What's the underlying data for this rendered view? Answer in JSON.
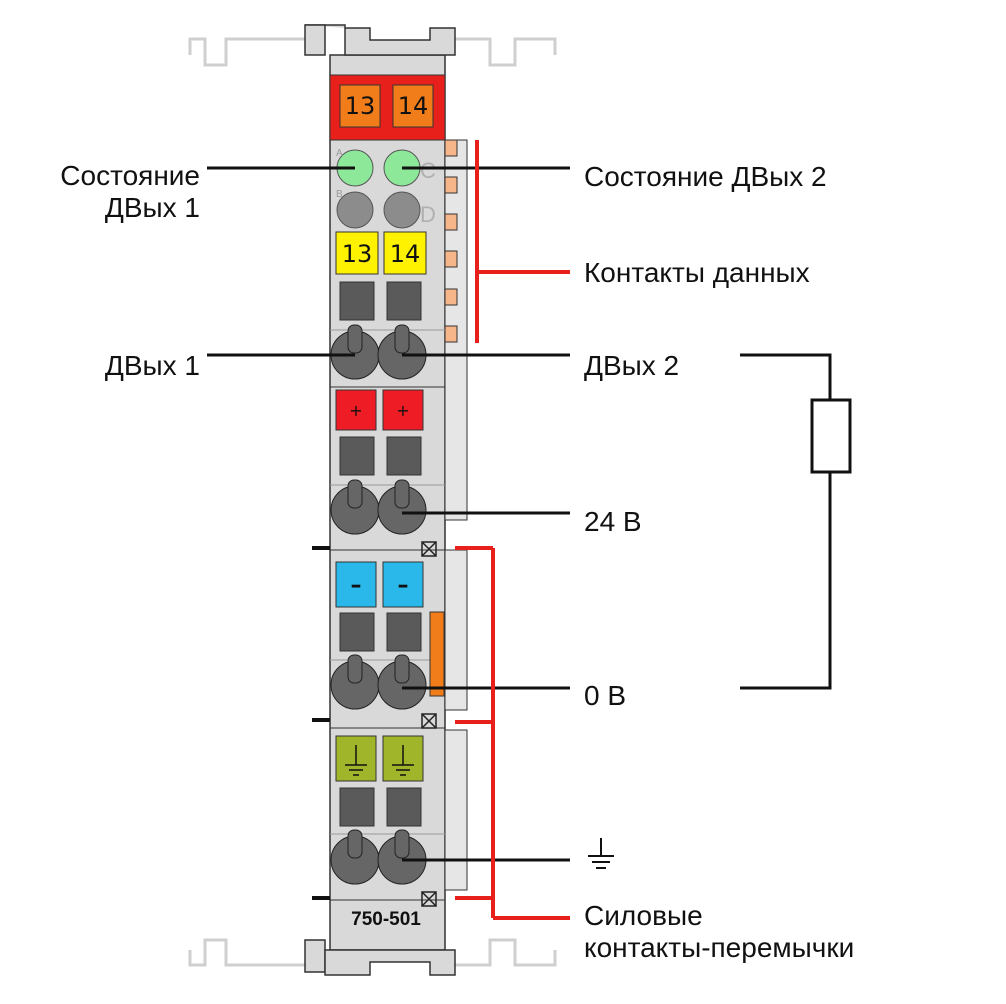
{
  "module": {
    "number": "750-501",
    "top_tags": [
      "13",
      "14"
    ],
    "output_tags": [
      "13",
      "14"
    ],
    "plus_symbol": "+",
    "minus_symbol": "–",
    "led_letters": [
      "A",
      "B",
      "C",
      "D"
    ]
  },
  "labels": {
    "status_out1_line1": "Состояние",
    "status_out1_line2": "ДВых 1",
    "status_out2": "Состояние ДВых 2",
    "data_contacts": "Контакты данных",
    "out1": "ДВых 1",
    "out2": "ДВых 2",
    "v24": "24 В",
    "v0": "0 В",
    "ground_symbol": "⏚",
    "power_jumper_line1": "Силовые",
    "power_jumper_line2": "контакты-перемычки"
  },
  "colors": {
    "housing": "#d9d9d9",
    "top_red": "#e8201c",
    "tag_orange": "#f07d1a",
    "led_green": "#8ee89a",
    "led_off": "#8c8c8c",
    "tag_yellow": "#fff200",
    "tag_red": "#ee1c24",
    "tag_blue": "#2ab7ea",
    "tag_ground": "#a0b52a",
    "leader_red": "#e8201c"
  }
}
